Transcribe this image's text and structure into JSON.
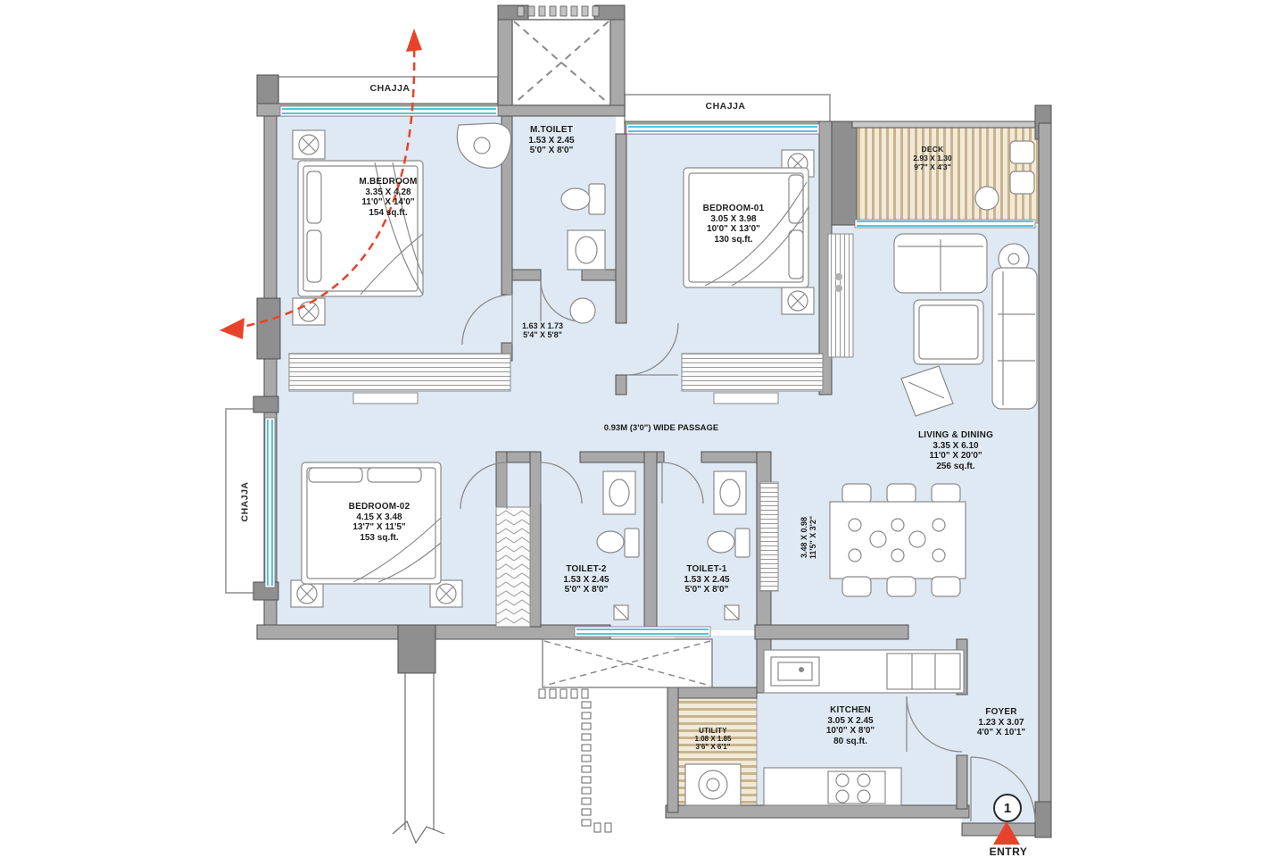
{
  "title": "Apartment unit floor plan",
  "colors": {
    "floor": "#dfe9f3",
    "wall": "#a9a9a9",
    "wall_dark": "#8f8f8f",
    "window_cyan": "#52c6dd",
    "deck_stripe": "#c9b48d",
    "accent_red": "#e8432a",
    "text": "#1c1c1c"
  },
  "rooms": [
    {
      "id": "m-bedroom",
      "name": "M.BEDROOM",
      "dim_m": "3.35 X 4.28",
      "dim_ft": "11'0\" X 14'0\"",
      "area": "154 sq.ft."
    },
    {
      "id": "m-toilet",
      "name": "M.TOILET",
      "dim_m": "1.53 X 2.45",
      "dim_ft": "5'0\" X 8'0\""
    },
    {
      "id": "bedroom-01",
      "name": "BEDROOM-01",
      "dim_m": "3.05 X 3.98",
      "dim_ft": "10'0\" X 13'0\"",
      "area": "130 sq.ft."
    },
    {
      "id": "deck",
      "name": "DECK",
      "dim_m": "2.93 X 1.30",
      "dim_ft": "9'7\" X 4'3\""
    },
    {
      "id": "living-dining",
      "name": "LIVING & DINING",
      "dim_m": "3.35 X 6.10",
      "dim_ft": "11'0\" X 20'0\"",
      "area": "256 sq.ft."
    },
    {
      "id": "bedroom-02",
      "name": "BEDROOM-02",
      "dim_m": "4.15 X 3.48",
      "dim_ft": "13'7\" X 11'5\"",
      "area": "153 sq.ft."
    },
    {
      "id": "toilet-2",
      "name": "TOILET-2",
      "dim_m": "1.53 X 2.45",
      "dim_ft": "5'0\" X 8'0\""
    },
    {
      "id": "toilet-1",
      "name": "TOILET-1",
      "dim_m": "1.53 X 2.45",
      "dim_ft": "5'0\" X 8'0\""
    },
    {
      "id": "kitchen",
      "name": "KITCHEN",
      "dim_m": "3.05 X 2.45",
      "dim_ft": "10'0\" X 8'0\"",
      "area": "80 sq.ft."
    },
    {
      "id": "utility",
      "name": "UTILITY",
      "dim_m": "1.08 X 1.85",
      "dim_ft": "3'6\" X 6'1\""
    },
    {
      "id": "foyer",
      "name": "FOYER",
      "dim_m": "1.23 X 3.07",
      "dim_ft": "4'0\" X 10'1\""
    }
  ],
  "annotations": {
    "passage": "0.93M (3'0\") WIDE PASSAGE",
    "lobby_dim_m": "1.63 X 1.73",
    "lobby_dim_ft": "5'4\" X 5'8\"",
    "niche_dim_m": "3.48 X 0.98",
    "niche_dim_ft": "11'5\" X 3'2\"",
    "chajja_top_left": "CHAJJA",
    "chajja_top_right": "CHAJJA",
    "chajja_left": "CHAJJA",
    "entry_label": "ENTRY",
    "entry_number": "1"
  }
}
